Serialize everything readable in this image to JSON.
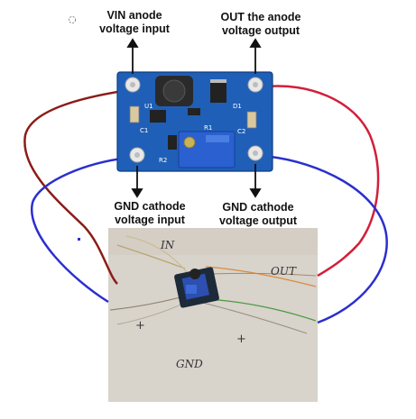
{
  "labels": {
    "vin_line1": "VIN anode",
    "vin_line2": "voltage input",
    "out_line1": "OUT the anode",
    "out_line2": "voltage output",
    "gnd_in_line1": "GND cathode",
    "gnd_in_line2": "voltage input",
    "gnd_out_line1": "GND cathode",
    "gnd_out_line2": "voltage output"
  },
  "board": {
    "silkscreen_u1": "U1",
    "silkscreen_c1": "C1",
    "silkscreen_r1": "R1",
    "silkscreen_r2": "R2",
    "silkscreen_d1": "D1",
    "silkscreen_c2": "C2"
  },
  "handwriting": {
    "in": "IN",
    "out": "OUT",
    "gnd": "GND",
    "plus_left": "+",
    "plus_right": "+"
  },
  "colors": {
    "pcb_blue": "#1f5fb7",
    "wire_red": "#d21f3a",
    "wire_blue": "#2b2fcf",
    "wire_darkred": "#8b1c18",
    "photo_bg": "#d9d4cc"
  }
}
